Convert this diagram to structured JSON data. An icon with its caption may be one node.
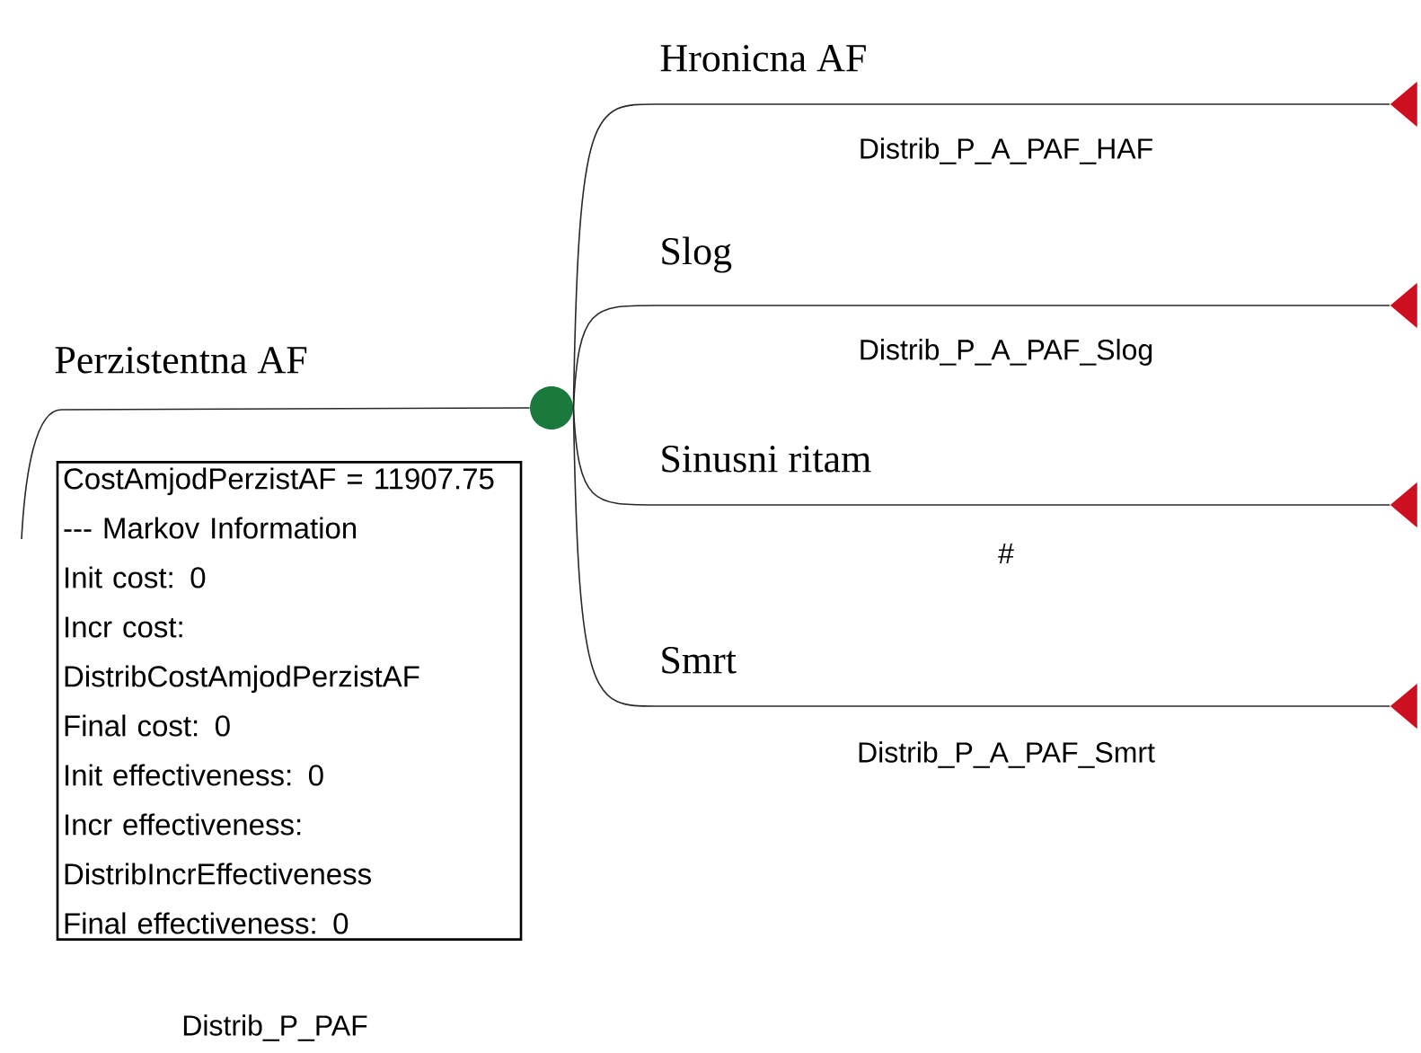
{
  "diagram": {
    "nodes": [
      {
        "text": [],
        "shape": "circle"
      },
      {
        "text": [],
        "shape": "triangle"
      },
      {
        "text": [],
        "shape": "triangle"
      },
      {
        "text": [],
        "shape": "triangle"
      },
      {
        "text": [],
        "shape": "triangle"
      },
      {
        "text": [
          "CostAmjodPerzistAF = 11907.75",
          "--- Markov Information",
          "Init cost: 0",
          "Incr cost: DistribCostAmjodPerzistAF",
          "Final cost: 0",
          "Init effectiveness: 0",
          "Incr effectiveness: DistribIncrEffectiveness",
          "Final effectiveness: 0"
        ]
      }
    ],
    "edges": [
      {
        "from": null,
        "to": 0,
        "arrow": "none",
        "label": "Perzistentna AF"
      },
      {
        "from": 0,
        "to": 1,
        "arrow": "none",
        "label": "Hronicna AF"
      },
      {
        "from": 0,
        "to": 2,
        "arrow": "none",
        "label": "Slog"
      },
      {
        "from": 0,
        "to": 3,
        "arrow": "none",
        "label": "Sinusni ritam"
      },
      {
        "from": 0,
        "to": 4,
        "arrow": "none",
        "label": "Smrt"
      }
    ],
    "labels": [
      "Distrib_P_A_PAF_HAF",
      "Distrib_P_A_PAF_Slog",
      "#",
      "Distrib_P_A_PAF_Smrt",
      "Distrib_P_PAF"
    ]
  }
}
